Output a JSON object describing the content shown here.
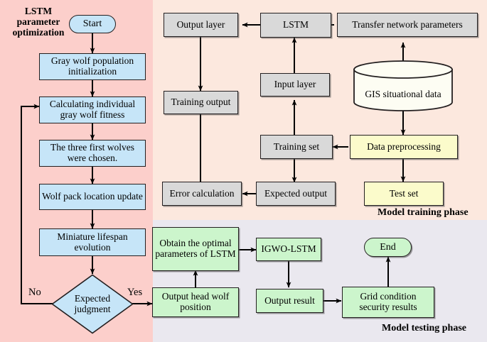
{
  "figure": {
    "kind": "flowchart",
    "title_block": "LSTM\nparameter\noptimization",
    "title_lines": [
      "LSTM",
      "parameter",
      "optimization"
    ]
  },
  "regions": {
    "optimization": {
      "label": "LSTM parameter optimization",
      "color": "#fccfcb"
    },
    "training": {
      "label": "Model training phase",
      "color": "#fce8de"
    },
    "testing": {
      "label": "Model testing phase",
      "color": "#eae8ef"
    }
  },
  "phase_labels": {
    "training": "Model training phase",
    "testing": "Model testing phase"
  },
  "optimization": {
    "start": "Start",
    "nodes": [
      {
        "id": "init",
        "label": "Gray wolf population initialization"
      },
      {
        "id": "fitness",
        "label": "Calculating individual gray wolf fitness"
      },
      {
        "id": "three_wolves",
        "label": "The three first wolves were chosen."
      },
      {
        "id": "pack_update",
        "label": "Wolf pack location update"
      },
      {
        "id": "lifespan",
        "label": "Miniature lifespan evolution"
      }
    ],
    "decision": "Expected judgment",
    "branch_no": "No",
    "branch_yes": "Yes"
  },
  "training": {
    "nodes": [
      {
        "id": "output_layer",
        "label": "Output layer"
      },
      {
        "id": "lstm",
        "label": "LSTM"
      },
      {
        "id": "transfer",
        "label": "Transfer network parameters"
      },
      {
        "id": "training_output",
        "label": "Training output"
      },
      {
        "id": "input_layer",
        "label": "Input layer"
      },
      {
        "id": "gis",
        "label": "GIS situational data"
      },
      {
        "id": "training_set",
        "label": "Training set"
      },
      {
        "id": "data_preprocessing",
        "label": "Data preprocessing"
      },
      {
        "id": "error_calc",
        "label": "Error calculation"
      },
      {
        "id": "expected_output",
        "label": "Expected output"
      },
      {
        "id": "test_set",
        "label": "Test set"
      }
    ]
  },
  "testing": {
    "nodes": [
      {
        "id": "obtain_params",
        "label": "Obtain the optimal parameters of LSTM"
      },
      {
        "id": "igwo_lstm",
        "label": "IGWO-LSTM"
      },
      {
        "id": "end",
        "label": "End"
      },
      {
        "id": "head_wolf",
        "label": "Output head wolf position"
      },
      {
        "id": "output_result",
        "label": "Output result"
      },
      {
        "id": "grid_security",
        "label": "Grid condition security results"
      }
    ]
  },
  "colors": {
    "blue_node": "#c6e5f8",
    "grey_node": "#d9d9d9",
    "green_node": "#ccf5cc",
    "yellow_node": "#fbfbcb",
    "cylinder": "#fdfdf3",
    "stroke": "#231f20",
    "region_optimization": "#fccfcb",
    "region_training": "#fce8de",
    "region_testing": "#eae8ef"
  }
}
